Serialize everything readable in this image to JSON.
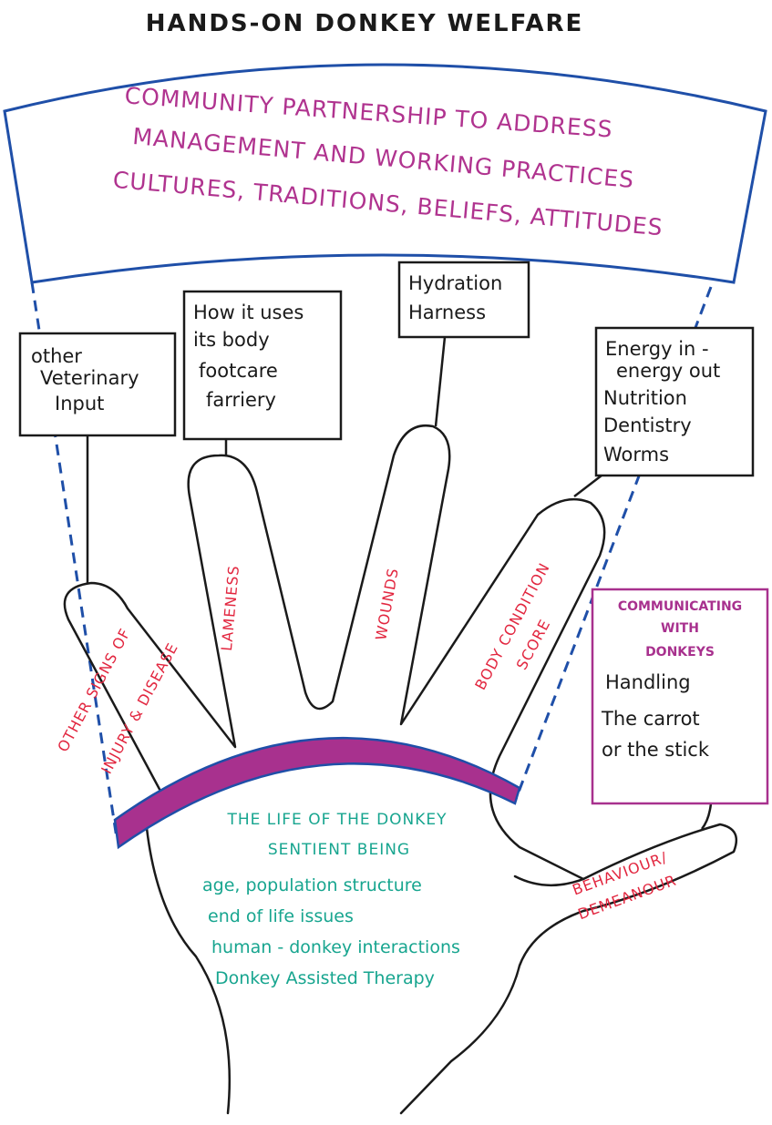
{
  "title": "HANDS-ON DONKEY WELFARE",
  "banner": {
    "line1": "COMMUNITY PARTNERSHIP TO ADDRESS",
    "line2": "MANAGEMENT AND WORKING PRACTICES",
    "line3": "CULTURES, TRADITIONS, BELIEFS, ATTITUDES"
  },
  "boxes": {
    "vet": {
      "line1": "other",
      "line2": "Veterinary",
      "line3": "Input"
    },
    "body": {
      "line1": "How it uses",
      "line2": "its body",
      "line3": "footcare",
      "line4": "farriery"
    },
    "hydration": {
      "line1": "Hydration",
      "line2": "Harness"
    },
    "energy": {
      "line1": "Energy in -",
      "line2": "energy out",
      "line3": "Nutrition",
      "line4": "Dentistry",
      "line5": "Worms"
    },
    "communicating": {
      "head1": "COMMUNICATING",
      "head2": "WITH",
      "head3": "DONKEYS",
      "line1": "Handling",
      "line2": "The carrot",
      "line3": "or the stick"
    }
  },
  "fingers": {
    "pinky_line1": "OTHER SIGNS OF",
    "pinky_line2": "INJURY & DISEASE",
    "ring": "LAMENESS",
    "middle": "WOUNDS",
    "index_line1": "BODY CONDITION",
    "index_line2": "SCORE",
    "thumb_line1": "BEHAVIOUR/",
    "thumb_line2": "DEMEANOUR"
  },
  "palm": {
    "line1": "THE LIFE OF THE DONKEY",
    "line2": "SENTIENT BEING",
    "line3": "age, population structure",
    "line4": "end of life issues",
    "line5": "human - donkey interactions",
    "line6": "Donkey Assisted Therapy"
  },
  "colors": {
    "banner_outline": "#1f4fa8",
    "banner_text": "#b0338f",
    "finger_text": "#e2263f",
    "palm_text": "#17a58f",
    "wrist_band": "#a8318e",
    "ink": "#1a1a1a"
  }
}
